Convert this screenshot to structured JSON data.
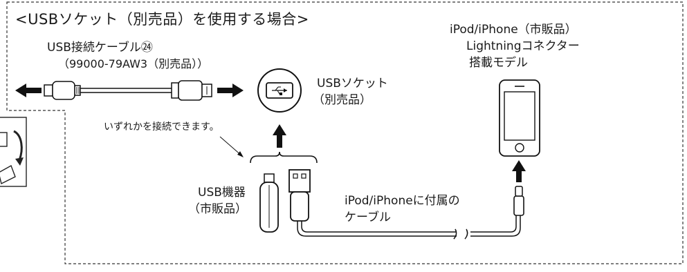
{
  "title": "<USBソケット（別売品）を使用する場合>",
  "usb_cable": {
    "name": "USB接続ケーブル㉔",
    "part": "（99000-79AW3（別売品））"
  },
  "usb_socket": {
    "name": "USBソケット",
    "note": "（別売品）"
  },
  "connect_either": "いずれかを接続できます。",
  "usb_device": {
    "name": "USB機器",
    "note": "（市販品）"
  },
  "ipod_cable": {
    "line1": "iPod/iPhoneに付属の",
    "line2": "ケーブル"
  },
  "iphone": {
    "line1": "iPod/iPhone（市販品）",
    "line2": "Lightningコネクター",
    "line3": "搭載モデル"
  }
}
